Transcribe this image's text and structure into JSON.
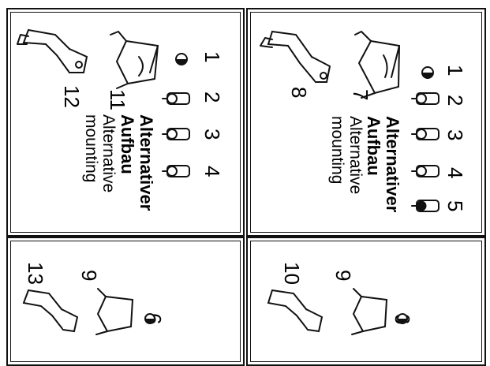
{
  "heading": {
    "de_word1": "Alternativer",
    "de_word2": "Aufbau",
    "en_word1": "Alternative",
    "en_word2": "mounting"
  },
  "numbers": {
    "n1": "1",
    "n2": "2",
    "n3": "3",
    "n4": "4",
    "n5": "5",
    "n6": "6",
    "n7": "7",
    "n8": "8",
    "n9": "9",
    "n10": "10",
    "n11": "11",
    "n12": "12",
    "n13": "13"
  }
}
